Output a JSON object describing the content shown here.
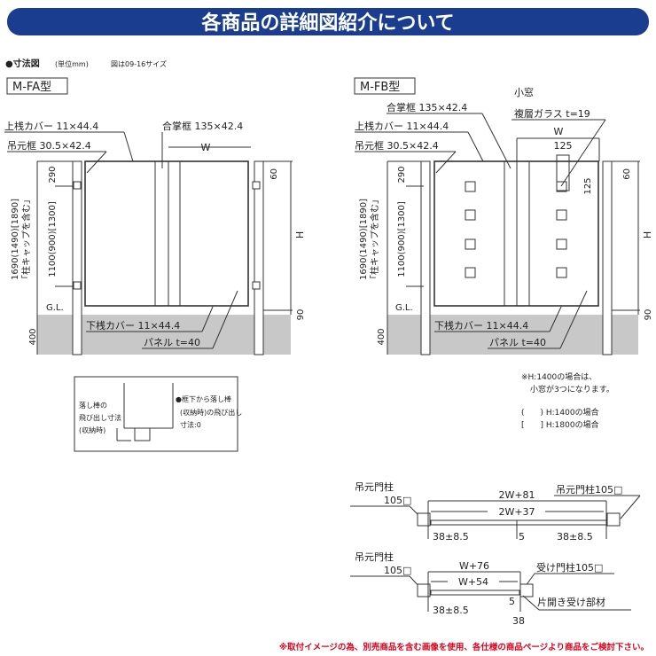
{
  "title": "各商品の詳細図紹介について",
  "colors": {
    "banner": "#1b3d8f",
    "ground": "#c8c8c8",
    "footer": "#e0001b"
  },
  "header": {
    "label": "●寸法図",
    "unit": "(単位mm)",
    "note": "図は09-16サイズ"
  },
  "fa": {
    "type": "M-FA型",
    "top_cover": "上桟カバー 11×44.4",
    "hinge_frame": "吊元框 30.5×42.4",
    "meeting_frame": "合掌框 135×42.4",
    "w": "W",
    "h": "H",
    "d60": "60",
    "d90": "90",
    "d290": "290",
    "d400": "400",
    "gl": "G.L.",
    "height_a": "1690(1490)[1890]",
    "height_a2": "「柱キャップを含む」",
    "height_b": "1100(900)[1300]",
    "bottom_cover": "下桟カバー 11×44.4",
    "panel": "パネル t=40"
  },
  "fb": {
    "type": "M-FB型",
    "meeting_frame": "合掌框 135×42.4",
    "top_cover": "上桟カバー 11×44.4",
    "hinge_frame": "吊元框 30.5×42.4",
    "window": "小窓",
    "glass": "複層ガラス t=19",
    "w": "W",
    "d125a": "125",
    "d125b": "125",
    "h": "H",
    "d60": "60",
    "d90": "90",
    "d290": "290",
    "d400": "400",
    "gl": "G.L.",
    "height_a": "1690(1490)[1890]",
    "height_a2": "「柱キャップを含む」",
    "height_b": "1100(900)[1300]",
    "bottom_cover": "下桟カバー 11×44.4",
    "panel": "パネル t=40"
  },
  "detail": {
    "left1": "落し棒の",
    "left2": "飛び出し寸法",
    "left3": "(収納時)",
    "right1": "●框下から落し棒",
    "right2": "(収納時)の飛び出し",
    "right3": "寸法:0"
  },
  "notes": {
    "n1": "※H:1400の場合は、",
    "n2": "小窓が3つになります。",
    "n3": "(　　) H:1400の場合",
    "n4": "[　　] H:1800の場合"
  },
  "plan_double": {
    "post_left": "吊元門柱",
    "post_left_size": "105□",
    "post_right": "吊元門柱105□",
    "outer": "2W+81",
    "inner": "2W+37",
    "gap_l": "38±8.5",
    "center": "5",
    "gap_r": "38±8.5"
  },
  "plan_single": {
    "post_left": "吊元門柱",
    "post_left_size": "105□",
    "post_right": "受け門柱105□",
    "outer": "W+76",
    "inner": "W+54",
    "gap_l": "38±8.5",
    "receiver": "片開き受け部材",
    "d5": "5",
    "d38": "38"
  },
  "footer": "※取付イメージの為、別売商品を含む画像を使用、各仕様の商品ページより商品をご検討下さい。"
}
